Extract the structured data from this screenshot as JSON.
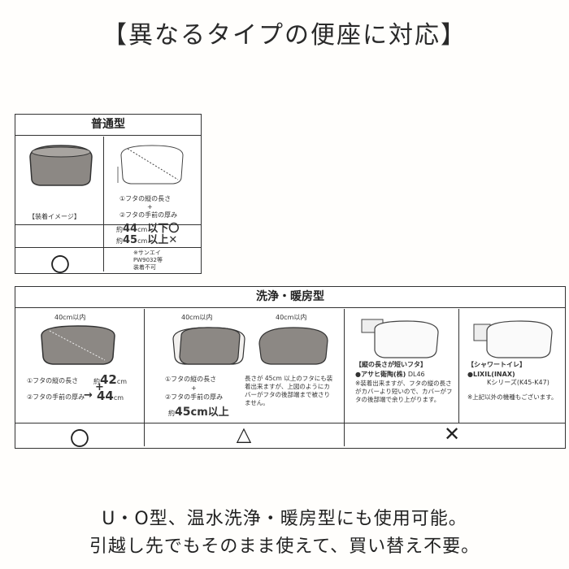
{
  "title": "【異なるタイプの便座に対応】",
  "panel1": {
    "header": "普通型",
    "image_label": "【装着イメージ】",
    "measure1": "①フタの縦の長さ",
    "plus": "+",
    "measure2": "②フタの手前の厚み",
    "ok_prefix": "約",
    "ok_value": "44",
    "ok_unit": "cm",
    "ok_suffix": "以下",
    "ok_mark": "〇",
    "ng_prefix": "約",
    "ng_value": "45",
    "ng_unit": "cm",
    "ng_suffix": "以上",
    "ng_mark": "✕",
    "result_mark": "〇",
    "note_line1": "※サンエイ",
    "note_line2": "PW9032等",
    "note_line3": "装着不可"
  },
  "panel2": {
    "header": "洗浄・暖房型",
    "col1": {
      "width_label": "40cm以内",
      "measure1": "①フタの縦の長さ",
      "measure2": "②フタの手前の厚み",
      "value_a_prefix": "約",
      "value_a": "42",
      "value_a_unit": "cm",
      "plus": "+",
      "arrow": "→",
      "value_b": "44",
      "value_b_unit": "cm",
      "mark": "〇"
    },
    "col2": {
      "width_label1": "40cm以内",
      "width_label2": "40cm以内",
      "measure1": "①フタの縦の長さ",
      "plus": "+",
      "measure2": "②フタの手前の厚み",
      "result_prefix": "約",
      "result_value": "45",
      "result_unit": "cm以上",
      "note": "長さが 45cm 以上のフタにも装着出来ますが、上図のようにカバーがフタの後部端まで被さりません。",
      "mark": "△"
    },
    "col3": {
      "heading": "【縦の長さが短いフタ】",
      "maker": "●アサヒ衛陶(株)",
      "model": "DL46",
      "note": "※装着出来ますが、フタの縦の長さがカバーより短いので、カバーがフタの後部端で余り上がります。"
    },
    "col4": {
      "heading": "【シャワートイレ】",
      "maker": "●LIXIL(INAX)",
      "model": "Kシリーズ(K45-K47)",
      "note": "※上記以外の機種もございます。"
    },
    "col34_mark": "✕"
  },
  "footer_line1": "U・O型、温水洗浄・暖房型にも使用可能。",
  "footer_line2": "引越し先でもそのまま使えて、買い替え不要。"
}
